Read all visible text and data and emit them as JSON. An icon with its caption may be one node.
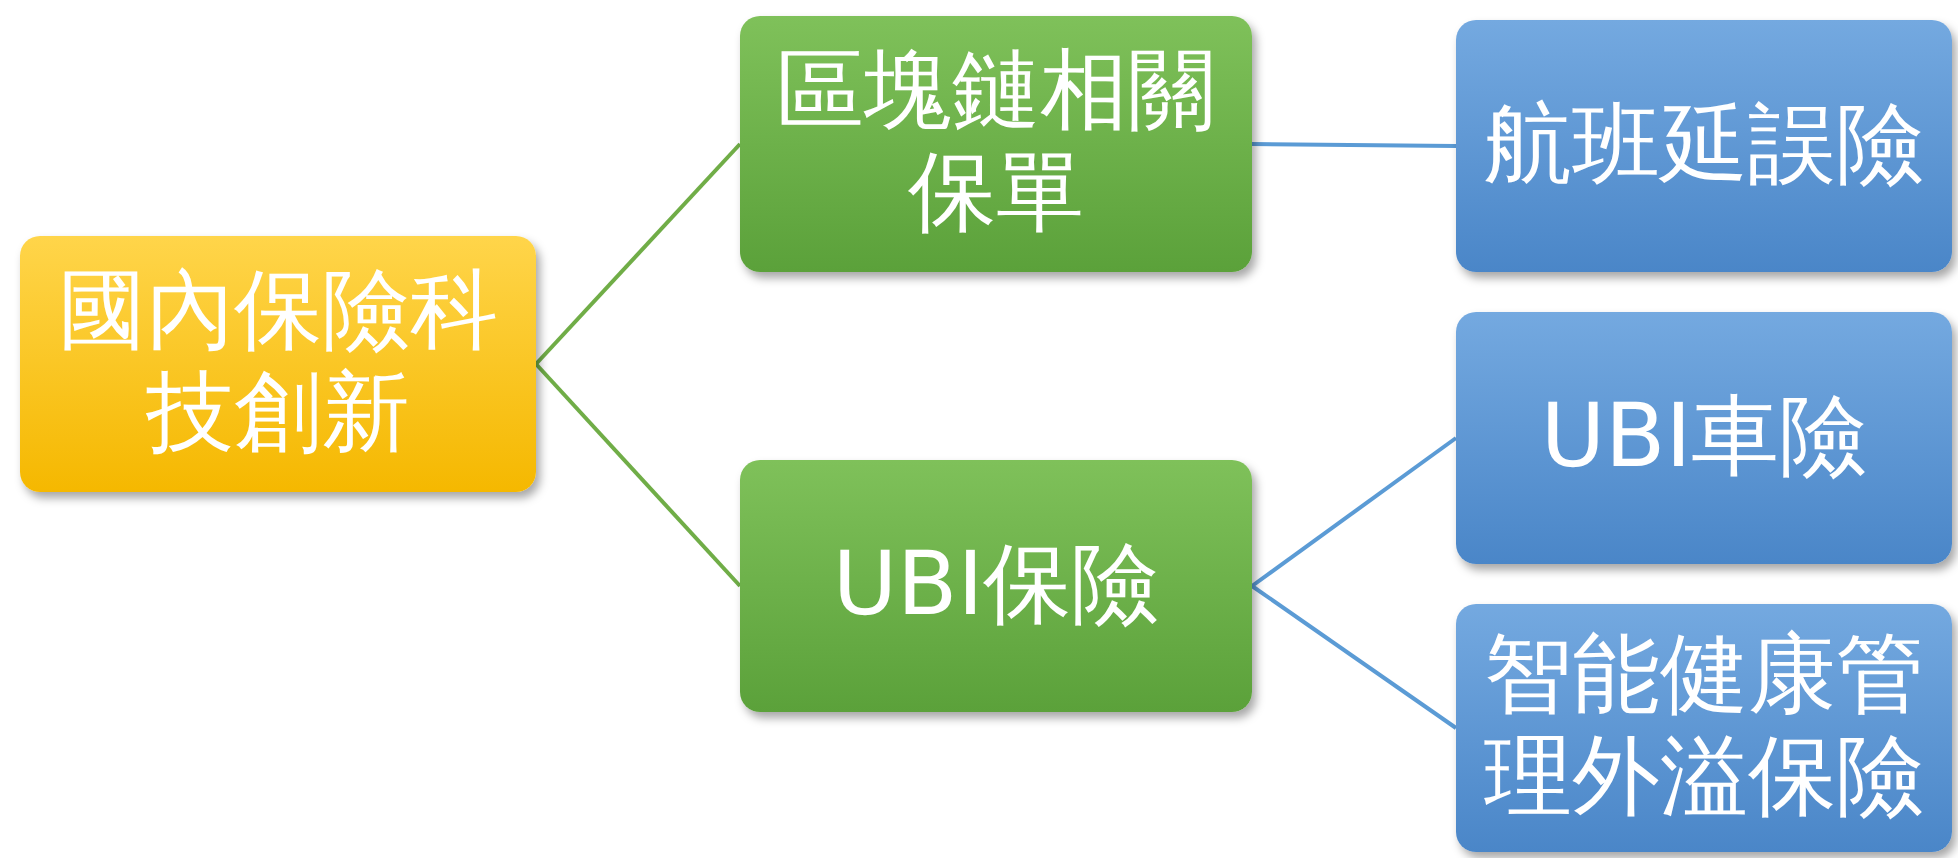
{
  "diagram": {
    "nodes": [
      {
        "text": [
          "國內保險科技創新"
        ]
      },
      {
        "text": [
          "區塊鏈相關保單"
        ]
      },
      {
        "text": [
          "UBI保險"
        ]
      },
      {
        "text": [
          "航班延誤險"
        ]
      },
      {
        "text": [
          "UBI車險"
        ]
      },
      {
        "text": [
          "智能健康管理外溢保險"
        ]
      }
    ],
    "edges": [
      {
        "from": 0,
        "to": 1,
        "arrow": "none",
        "color": "#70ad47"
      },
      {
        "from": 0,
        "to": 2,
        "arrow": "none",
        "color": "#70ad47"
      },
      {
        "from": 1,
        "to": 3,
        "arrow": "none",
        "color": "#5b9bd5"
      },
      {
        "from": 2,
        "to": 4,
        "arrow": "none",
        "color": "#5b9bd5"
      },
      {
        "from": 2,
        "to": 5,
        "arrow": "none",
        "color": "#5b9bd5"
      }
    ]
  }
}
